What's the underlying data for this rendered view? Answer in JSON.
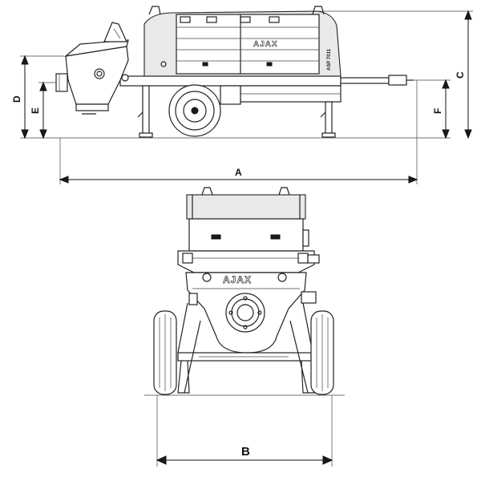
{
  "brand": "AJAX",
  "model": "ASP 7011",
  "dimensions": {
    "a": "A",
    "b": "B",
    "c": "C",
    "d": "D",
    "e": "E",
    "f": "F"
  }
}
